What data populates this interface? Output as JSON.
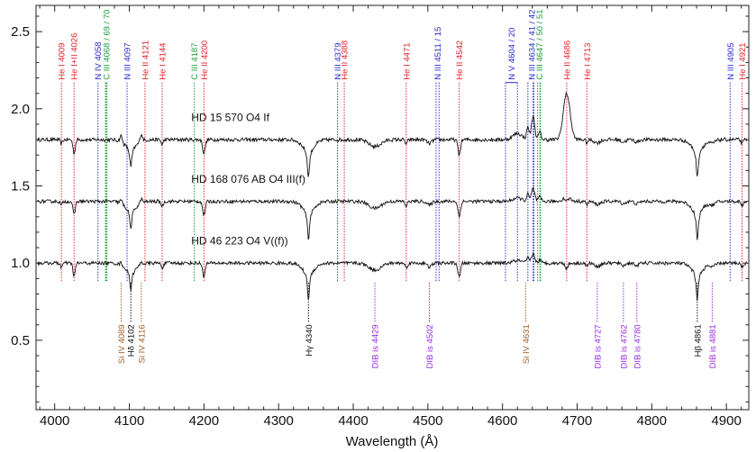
{
  "chart_data": {
    "type": "line",
    "xlabel": "Wavelength (Å)",
    "ylabel": "",
    "xlim": [
      3975,
      4930
    ],
    "ylim": [
      0.05,
      2.67
    ],
    "x_ticks": [
      4000,
      4100,
      4200,
      4300,
      4400,
      4500,
      4600,
      4700,
      4800,
      4900
    ],
    "y_ticks": [
      0.5,
      1.0,
      1.5,
      2.0,
      2.5
    ],
    "x_tick_labels": [
      "4000",
      "4100",
      "4200",
      "4300",
      "4400",
      "4500",
      "4600",
      "4700",
      "4800",
      "4900"
    ],
    "y_tick_labels": [
      "0.5",
      "1.0",
      "1.5",
      "2.0",
      "2.5"
    ],
    "grid": false,
    "colors": {
      "red": "#e8202a",
      "green": "#1a9e3a",
      "blue": "#2a2ad8",
      "brown": "#a0602a",
      "purple": "#9a2ae8",
      "black": "#111111"
    },
    "spectra": [
      {
        "label": "HD 15 570    O4 If",
        "continuum": 1.8,
        "label_x": 4183,
        "feature_scale": 1.0,
        "emission": 1.0,
        "noise": 0.012
      },
      {
        "label": "HD 168 076 AB    O4 III(f)",
        "continuum": 1.4,
        "label_x": 4183,
        "feature_scale": 1.0,
        "emission": 0.55,
        "noise": 0.011
      },
      {
        "label": "HD 46 223    O4 V((f))",
        "continuum": 1.0,
        "label_x": 4183,
        "feature_scale": 0.95,
        "emission": 0.4,
        "noise": 0.011
      }
    ],
    "top_lines": [
      {
        "label": "He I 4009",
        "color": "red",
        "lines": [
          4009
        ]
      },
      {
        "label": "He I+II 4026",
        "color": "red",
        "lines": [
          4026
        ]
      },
      {
        "label": "N IV 4058",
        "color": "blue",
        "lines": [
          4058
        ]
      },
      {
        "label": "C III 4068 / 69 / 70",
        "color": "green",
        "lines": [
          4068,
          4069,
          4070
        ]
      },
      {
        "label": "N III 4097",
        "color": "blue",
        "lines": [
          4097
        ]
      },
      {
        "label": "He II 4121",
        "color": "red",
        "lines": [
          4121
        ]
      },
      {
        "label": "He I 4144",
        "color": "red",
        "lines": [
          4144
        ]
      },
      {
        "label": "C III 4187",
        "color": "green",
        "lines": [
          4187
        ]
      },
      {
        "label": "He II 4200",
        "color": "red",
        "lines": [
          4200
        ]
      },
      {
        "label": "N III 4379",
        "color": "blue",
        "lines": [
          4379
        ]
      },
      {
        "label": "He II 4388",
        "color": "red",
        "lines": [
          4388
        ]
      },
      {
        "label": "He I 4471",
        "color": "red",
        "lines": [
          4471
        ]
      },
      {
        "label": "N III 4511 / 15",
        "color": "blue",
        "lines": [
          4511,
          4515
        ]
      },
      {
        "label": "He II 4542",
        "color": "red",
        "lines": [
          4542
        ]
      },
      {
        "label": "N V 4604 / 20",
        "color": "blue",
        "lines": [
          4604,
          4620
        ]
      },
      {
        "label": "N III 4634 / 41 / 42",
        "color": "blue",
        "lines": [
          4634,
          4641,
          4642
        ]
      },
      {
        "label": "C III 4647 / 50 / 51",
        "color": "green",
        "lines": [
          4647,
          4650,
          4651
        ]
      },
      {
        "label": "He II 4686",
        "color": "red",
        "lines": [
          4686
        ]
      },
      {
        "label": "He I 4713",
        "color": "red",
        "lines": [
          4713
        ]
      },
      {
        "label": "N III 4905",
        "color": "blue",
        "lines": [
          4905
        ]
      },
      {
        "label": "He I 4921",
        "color": "red",
        "lines": [
          4921
        ]
      }
    ],
    "bottom_lines": [
      {
        "label": "Si IV 4089",
        "color": "brown",
        "lines": [
          4089
        ]
      },
      {
        "label": "Hδ 4102",
        "color": "black",
        "lines": [
          4102
        ]
      },
      {
        "label": "Si IV 4116",
        "color": "brown",
        "lines": [
          4116
        ]
      },
      {
        "label": "Hγ 4340",
        "color": "black",
        "lines": [
          4340
        ]
      },
      {
        "label": "DIB is 4429",
        "color": "purple",
        "lines": [
          4429
        ]
      },
      {
        "label": "DIB is 4502",
        "color": "purple",
        "lines": [
          4502
        ]
      },
      {
        "label": "Si IV 4631",
        "color": "brown",
        "lines": [
          4631
        ]
      },
      {
        "label": "DIB is 4727",
        "color": "purple",
        "lines": [
          4727
        ]
      },
      {
        "label": "DIB is 4762",
        "color": "purple",
        "lines": [
          4762
        ]
      },
      {
        "label": "DIB is 4780",
        "color": "purple",
        "lines": [
          4780
        ]
      },
      {
        "label": "Hβ 4861",
        "color": "black",
        "lines": [
          4861
        ]
      },
      {
        "label": "DIB is 4881",
        "color": "purple",
        "lines": [
          4881
        ]
      }
    ]
  }
}
